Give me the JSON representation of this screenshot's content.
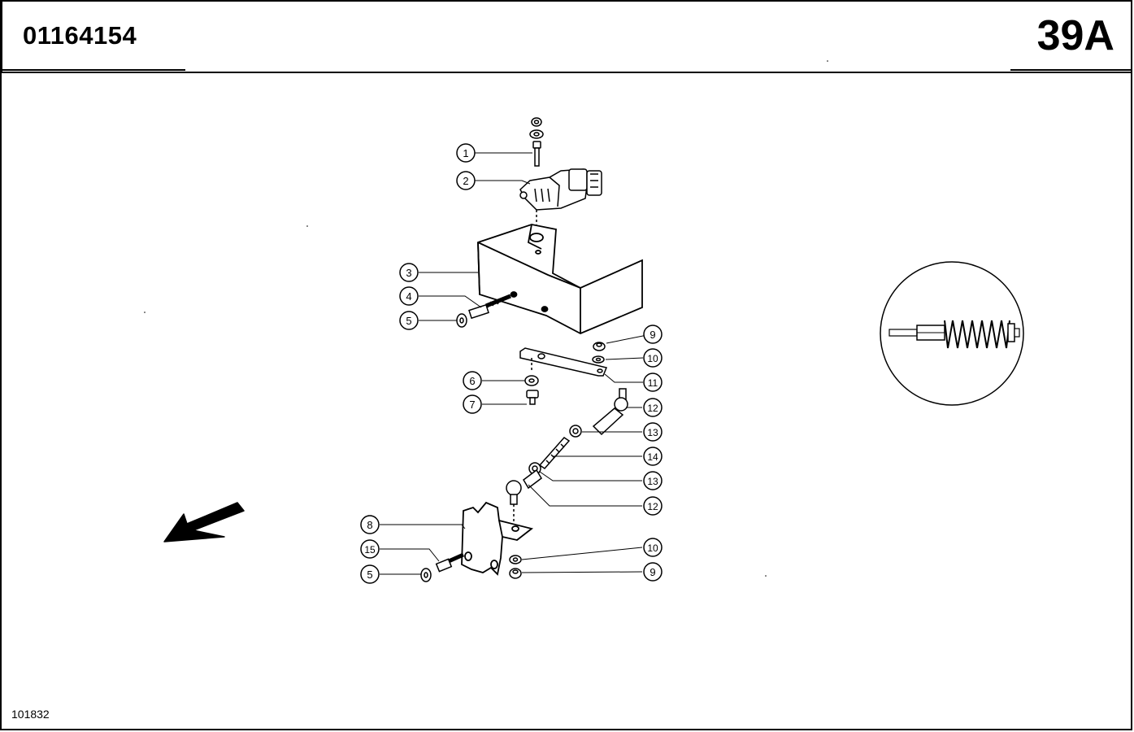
{
  "header": {
    "part_number": "01164154",
    "page_label": "39A"
  },
  "footer": {
    "drawing_number": "101832"
  },
  "callouts": {
    "c1": "1",
    "c2": "2",
    "c3": "3",
    "c4": "4",
    "c5a": "5",
    "c6": "6",
    "c7": "7",
    "c9a": "9",
    "c10a": "10",
    "c11": "11",
    "c12a": "12",
    "c13a": "13",
    "c14": "14",
    "c13b": "13",
    "c12b": "12",
    "c8": "8",
    "c15": "15",
    "c5b": "5",
    "c10b": "10",
    "c9b": "9"
  }
}
